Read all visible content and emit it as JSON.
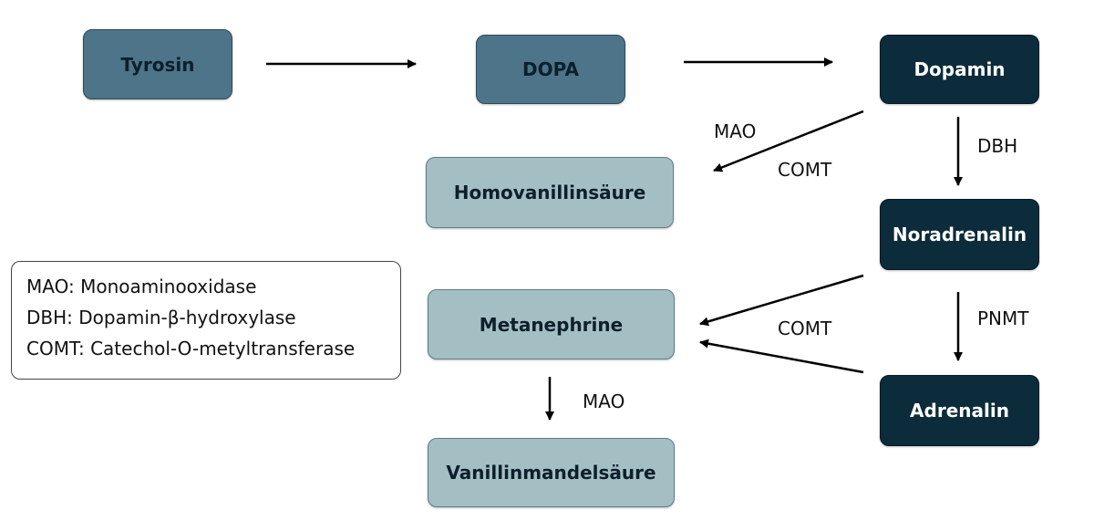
{
  "nodes": {
    "tyrosin": "Tyrosin",
    "dopa": "DOPA",
    "dopamin": "Dopamin",
    "homovanillinsaeure": "Homovanillinsäure",
    "noradrenalin": "Noradrenalin",
    "metanephrine": "Metanephrine",
    "adrenalin": "Adrenalin",
    "vanillinmandelsaeure": "Vanillinmandelsäure"
  },
  "edge_labels": {
    "mao_top": "MAO",
    "comt_top": "COMT",
    "dbh": "DBH",
    "pnmt": "PNMT",
    "comt_mid": "COMT",
    "mao_bottom": "MAO"
  },
  "legend": [
    "MAO: Monoaminooxidase",
    "DBH: Dopamin-β-hydroxylase",
    "COMT: Catechol-O-metyltransferase"
  ],
  "colors": {
    "mid": "#4d7489",
    "dark": "#0c2b3b",
    "light": "#a3bfc4"
  }
}
